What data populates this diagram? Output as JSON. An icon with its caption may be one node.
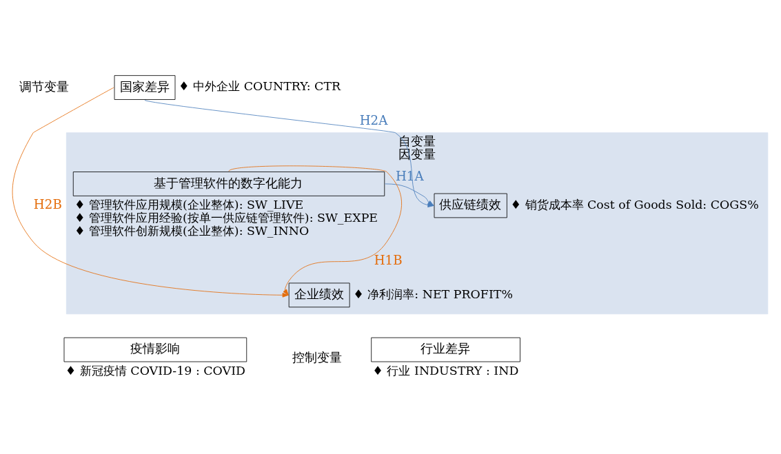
{
  "diagram": {
    "nodes": [
      {
        "text": [
          "国家差异"
        ],
        "beside": [
          "♦ 中外企业 COUNTRY: CTR"
        ]
      },
      {
        "text": [
          "自变量",
          "因变量"
        ]
      },
      {
        "text": [
          "基于管理软件的数字化能力"
        ],
        "in": 1,
        "beside": [
          "♦ 管理软件应用规模(企业整体): SW_LIVE",
          "♦ 管理软件应用经验(按单一供应链管理软件): SW_EXPE",
          "♦ 管理软件创新规模(企业整体): SW_INNO"
        ]
      },
      {
        "text": [
          "供应链绩效"
        ],
        "in": 1,
        "beside": [
          "♦ 销货成本率 Cost of Goods Sold: COGS%"
        ]
      },
      {
        "text": [
          "企业绩效"
        ],
        "in": 1,
        "beside": [
          "♦ 净利润率: NET PROFIT%"
        ]
      },
      {
        "text": [
          "疫情影响"
        ],
        "beside": [
          "♦ 新冠疫情 COVID-19 : COVID"
        ]
      },
      {
        "text": [
          "行业差异"
        ],
        "beside": [
          "♦ 行业 INDUSTRY : IND"
        ]
      }
    ],
    "edges": [
      {
        "from": 0,
        "to": 3,
        "arrow": "to",
        "label": "H2A",
        "color": "#4a7ebb"
      },
      {
        "from": 0,
        "to": 4,
        "arrow": "to",
        "label": "H2B",
        "color": "#e46c0a"
      },
      {
        "from": 2,
        "to": 3,
        "arrow": "to",
        "label": "H1A",
        "color": "#4a7ebb"
      },
      {
        "from": 2,
        "to": 4,
        "arrow": "to",
        "label": "H1B",
        "color": "#e46c0a"
      }
    ],
    "labels": [
      "调节变量",
      "控制变量"
    ]
  }
}
